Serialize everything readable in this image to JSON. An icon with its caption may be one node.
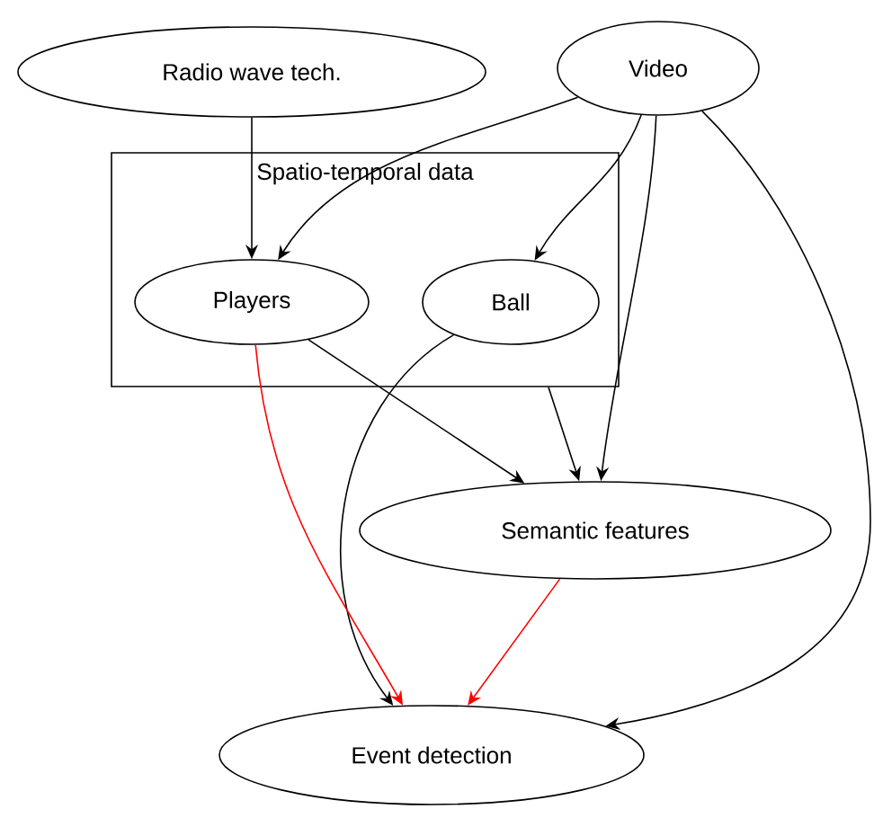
{
  "diagram": {
    "nodes": [
      {
        "text": [
          "Radio wave tech."
        ]
      },
      {
        "text": [
          "Video"
        ]
      },
      {
        "text": [
          "Spatio-temporal data"
        ]
      },
      {
        "text": [
          "Players"
        ],
        "in": 2
      },
      {
        "text": [
          "Ball"
        ],
        "in": 2
      },
      {
        "text": [
          "Semantic features"
        ]
      },
      {
        "text": [
          "Event detection"
        ]
      }
    ],
    "edges": [
      {
        "from": 0,
        "to": 3,
        "arrow": "to"
      },
      {
        "from": 1,
        "to": 3,
        "arrow": "to"
      },
      {
        "from": 1,
        "to": 4,
        "arrow": "to"
      },
      {
        "from": 1,
        "to": 5,
        "arrow": "to"
      },
      {
        "from": 1,
        "to": 6,
        "arrow": "to"
      },
      {
        "from": 3,
        "to": 5,
        "arrow": "to"
      },
      {
        "from": 2,
        "to": 5,
        "arrow": "to"
      },
      {
        "from": 4,
        "to": 6,
        "arrow": "to"
      },
      {
        "from": 3,
        "to": 6,
        "arrow": "to",
        "color": "#ff0000"
      },
      {
        "from": 5,
        "to": 6,
        "arrow": "to",
        "color": "#ff0000"
      }
    ]
  }
}
